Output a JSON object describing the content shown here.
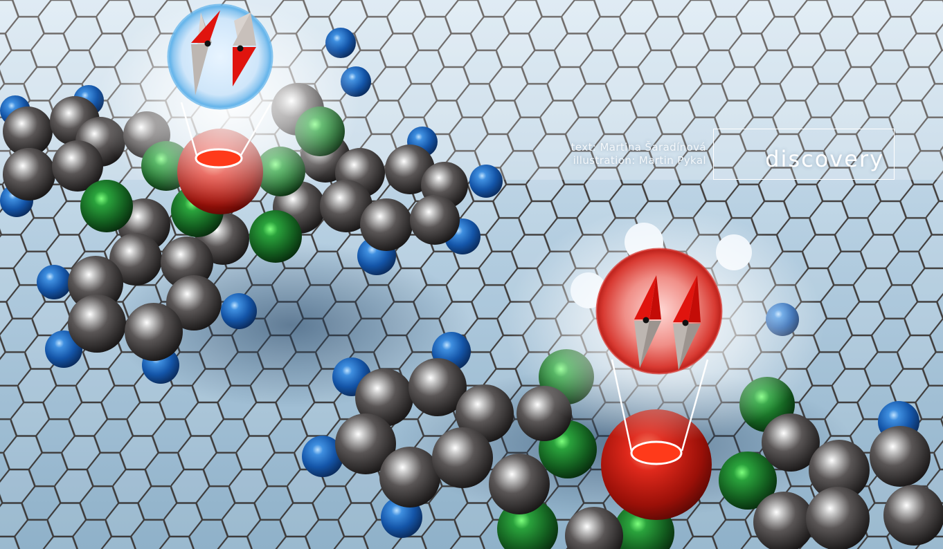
{
  "credits": {
    "text": "text: Martina Šaradínová",
    "illustration": "illustration: Martin Pykal"
  },
  "section": {
    "label": "discovery"
  },
  "colors": {
    "background": "#a9c4d8",
    "grid": "#2e2520",
    "carbon": "#3a3a3a",
    "hydrogen": "#1d5fb8",
    "nitrogen": "#1f7a2e",
    "iron": "#c81e14"
  }
}
